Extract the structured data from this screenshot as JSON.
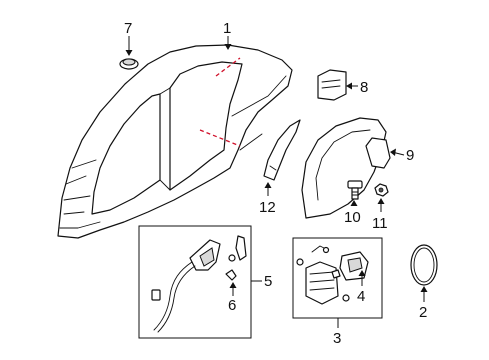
{
  "callouts": [
    {
      "id": "1",
      "label": "1"
    },
    {
      "id": "2",
      "label": "2"
    },
    {
      "id": "3",
      "label": "3"
    },
    {
      "id": "4",
      "label": "4"
    },
    {
      "id": "5",
      "label": "5"
    },
    {
      "id": "6",
      "label": "6"
    },
    {
      "id": "7",
      "label": "7"
    },
    {
      "id": "8",
      "label": "8"
    },
    {
      "id": "9",
      "label": "9"
    },
    {
      "id": "10",
      "label": "10"
    },
    {
      "id": "11",
      "label": "11"
    },
    {
      "id": "12",
      "label": "12"
    }
  ],
  "colors": {
    "line": "#111111",
    "cut_line": "#d0102a",
    "background": "#ffffff"
  }
}
